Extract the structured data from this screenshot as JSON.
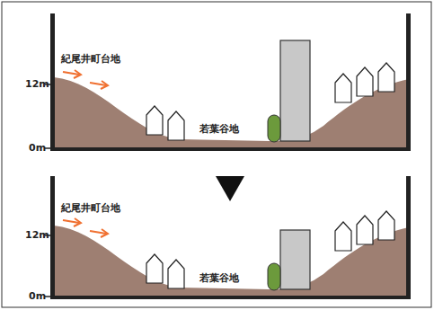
{
  "diagram": {
    "labels": [
      "紀尾井町台地",
      "12m",
      "0m",
      "若葉谷地",
      "紀尾井町台地",
      "12m",
      "0m",
      "若葉谷地"
    ]
  }
}
